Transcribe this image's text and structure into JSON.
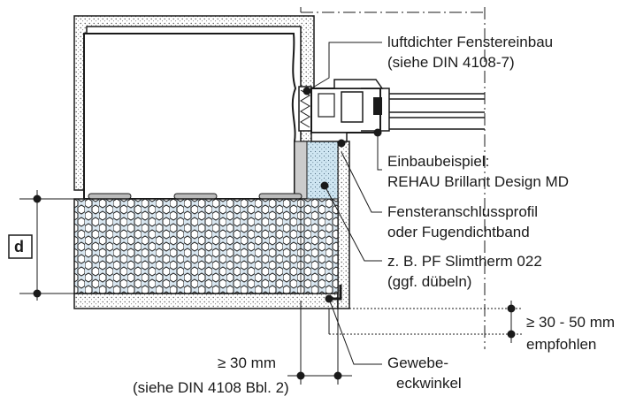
{
  "labels": {
    "install": {
      "line1": "luftdichter Fenstereinbau",
      "line2": "(siehe DIN 4108-7)"
    },
    "example": {
      "line1": "Einbaubeispiel:",
      "line2": "REHAU Brillant Design MD"
    },
    "profile": {
      "line1": "Fensteranschlussprofil",
      "line2": "oder Fugendichtband"
    },
    "insulation": {
      "line1": "z. B. PF Slimtherm 022",
      "line2": "(ggf. dübeln)"
    },
    "overlap": {
      "line1": "≥ 30 - 50 mm",
      "line2": "empfohlen"
    },
    "mesh": {
      "line1": "Gewebe-",
      "line2": "eckwinkel"
    },
    "min_width": {
      "line1": "≥ 30 mm",
      "line2": "(siehe DIN 4108 Bbl. 2)"
    },
    "thickness": "d"
  },
  "colors": {
    "line": "#1a1a1a",
    "insulation_board": "#d8e6f0",
    "reveal_insulation": "#cfe6f2",
    "plaster_dots": "#555555",
    "window_frame": "#ffffff",
    "concrete_block": "#ffffff"
  }
}
